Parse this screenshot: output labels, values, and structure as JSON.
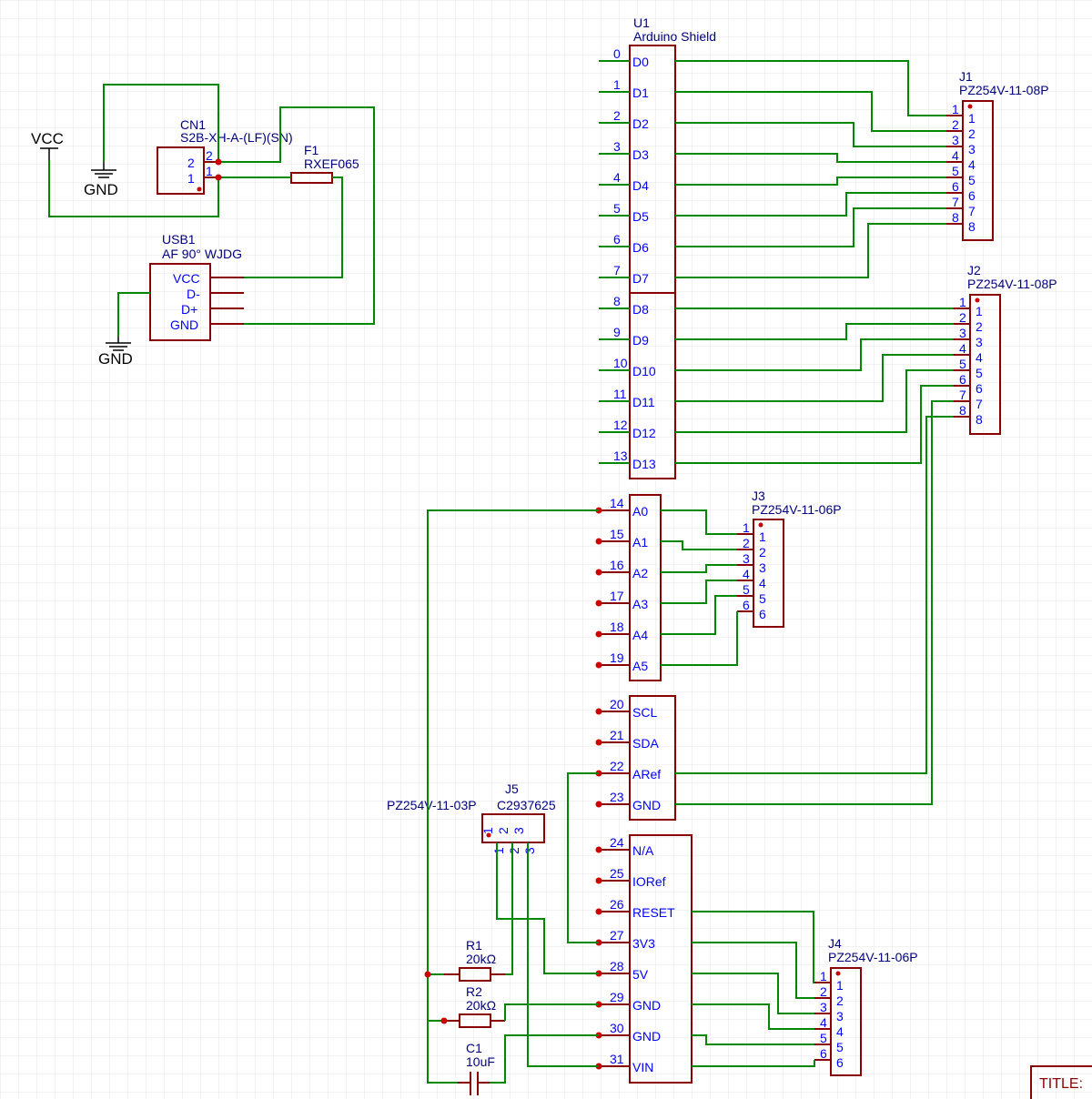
{
  "arduino": {
    "ref": "U1",
    "value": "Arduino Shield",
    "digital": [
      "D0",
      "D1",
      "D2",
      "D3",
      "D4",
      "D5",
      "D6",
      "D7",
      "D8",
      "D9",
      "D10",
      "D11",
      "D12",
      "D13"
    ],
    "analog": [
      "A0",
      "A1",
      "A2",
      "A3",
      "A4",
      "A5"
    ],
    "misc": [
      "SCL",
      "SDA",
      "ARef",
      "GND"
    ],
    "power": [
      "N/A",
      "IORef",
      "RESET",
      "3V3",
      "5V",
      "GND",
      "GND",
      "VIN"
    ]
  },
  "j1": {
    "ref": "J1",
    "value": "PZ254V-11-08P",
    "pins": [
      "1",
      "2",
      "3",
      "4",
      "5",
      "6",
      "7",
      "8"
    ]
  },
  "j2": {
    "ref": "J2",
    "value": "PZ254V-11-08P",
    "pins": [
      "1",
      "2",
      "3",
      "4",
      "5",
      "6",
      "7",
      "8"
    ]
  },
  "j3": {
    "ref": "J3",
    "value": "PZ254V-11-06P",
    "pins": [
      "1",
      "2",
      "3",
      "4",
      "5",
      "6"
    ]
  },
  "j4": {
    "ref": "J4",
    "value": "PZ254V-11-06P",
    "pins": [
      "1",
      "2",
      "3",
      "4",
      "5",
      "6"
    ]
  },
  "j5": {
    "ref": "J5",
    "value_left": "PZ254V-11-03P",
    "value_right": "C2937625",
    "pins": [
      "1",
      "2",
      "3"
    ]
  },
  "cn1": {
    "ref": "CN1",
    "value": "S2B-XH-A-(LF)(SN)",
    "pins": [
      "2",
      "1"
    ]
  },
  "f1": {
    "ref": "F1",
    "value": "RXEF065"
  },
  "usb1": {
    "ref": "USB1",
    "value": "AF 90° WJDG",
    "pins": [
      "VCC",
      "D-",
      "D+",
      "GND"
    ]
  },
  "r1": {
    "ref": "R1",
    "value": "20kΩ"
  },
  "r2": {
    "ref": "R2",
    "value": "20kΩ"
  },
  "c1": {
    "ref": "C1",
    "value": "10uF"
  },
  "power": {
    "vcc": "VCC",
    "gnd": "GND"
  },
  "title_block": {
    "title": "TITLE:"
  }
}
